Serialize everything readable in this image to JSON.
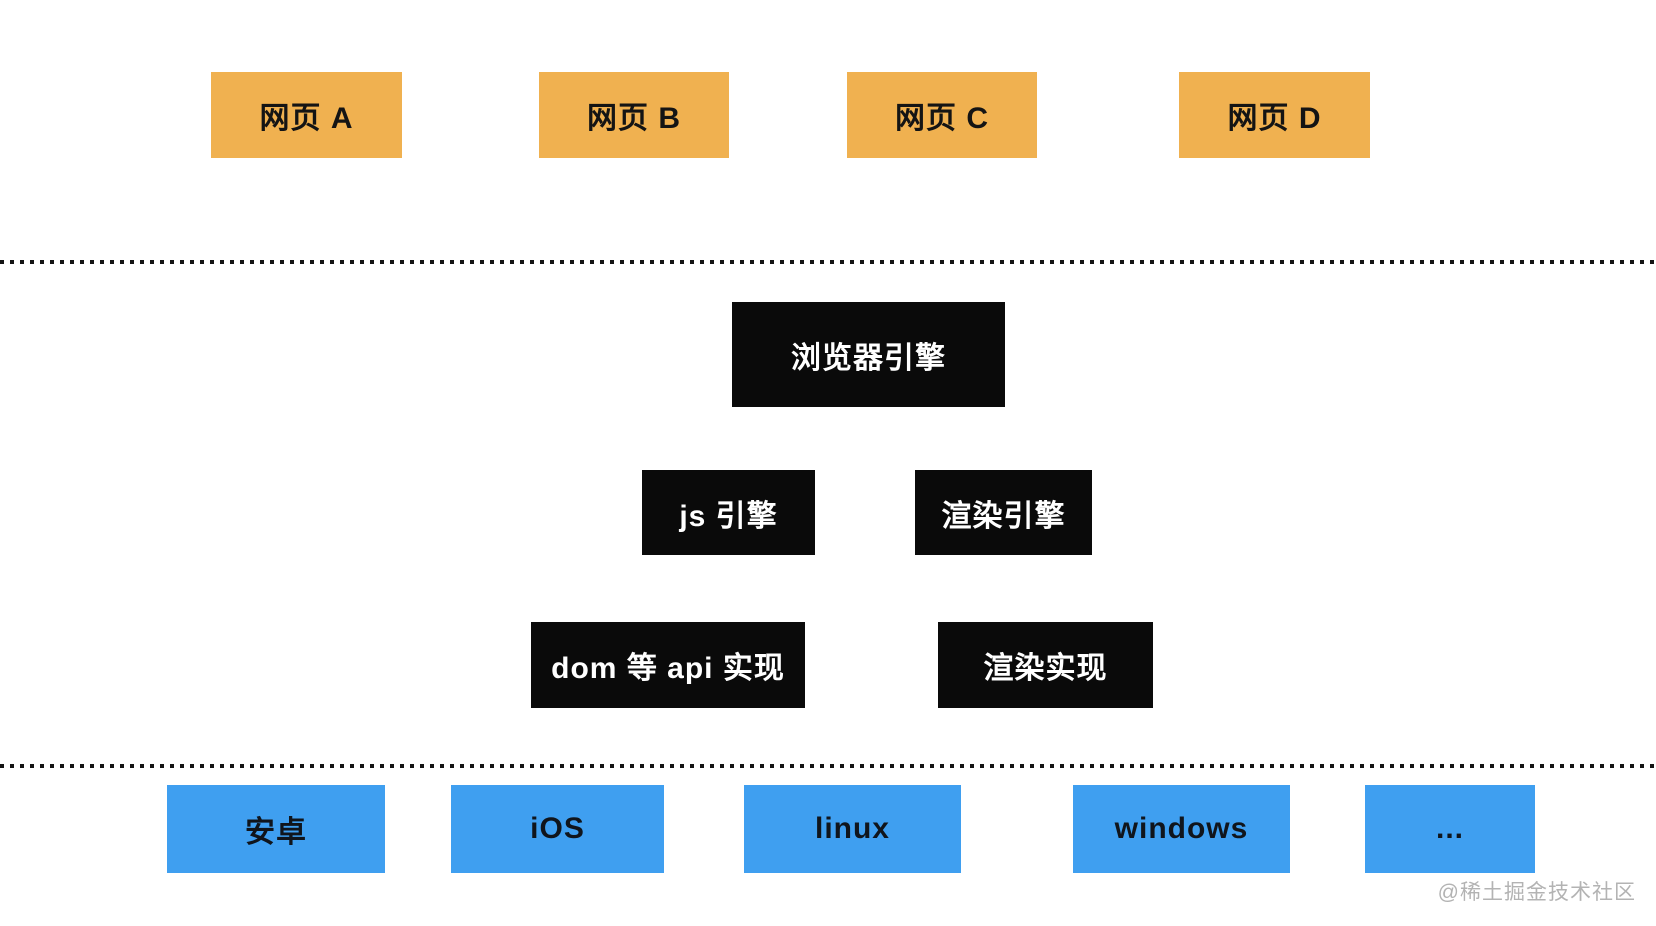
{
  "diagram": {
    "title": "browser-architecture-diagram",
    "webpages": [
      {
        "label": "网页 A"
      },
      {
        "label": "网页 B"
      },
      {
        "label": "网页 C"
      },
      {
        "label": "网页 D"
      }
    ],
    "browser_engine": {
      "label": "浏览器引擎"
    },
    "engines": [
      {
        "label": "js 引擎"
      },
      {
        "label": "渲染引擎"
      }
    ],
    "implementations": [
      {
        "label": "dom 等 api 实现"
      },
      {
        "label": "渲染实现"
      }
    ],
    "platforms": [
      {
        "label": "安卓"
      },
      {
        "label": "iOS"
      },
      {
        "label": "linux"
      },
      {
        "label": "windows"
      },
      {
        "label": "..."
      }
    ],
    "watermark": "@稀土掘金技术社区",
    "colors": {
      "webpage_box": "#F0B150",
      "engine_box": "#0A0A0A",
      "platform_box": "#3F9FF0",
      "separator": "#141414",
      "watermark_text": "#B3B3B3"
    }
  }
}
